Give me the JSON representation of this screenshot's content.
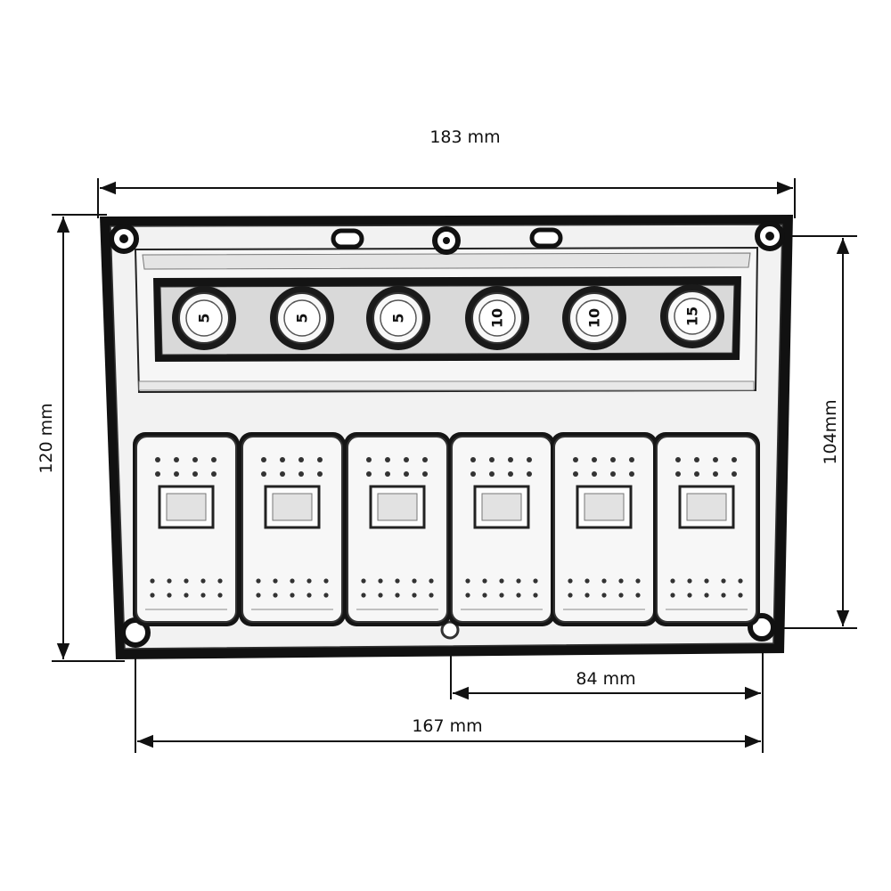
{
  "dimensions": {
    "overall_width": "183 mm",
    "overall_height": "120 mm",
    "hole_height": "104mm",
    "hole_spacing_half": "84 mm",
    "hole_spacing_full": "167 mm"
  },
  "fuses": [
    {
      "rating": "5"
    },
    {
      "rating": "5"
    },
    {
      "rating": "5"
    },
    {
      "rating": "10"
    },
    {
      "rating": "10"
    },
    {
      "rating": "15"
    }
  ],
  "switches_count": 6
}
